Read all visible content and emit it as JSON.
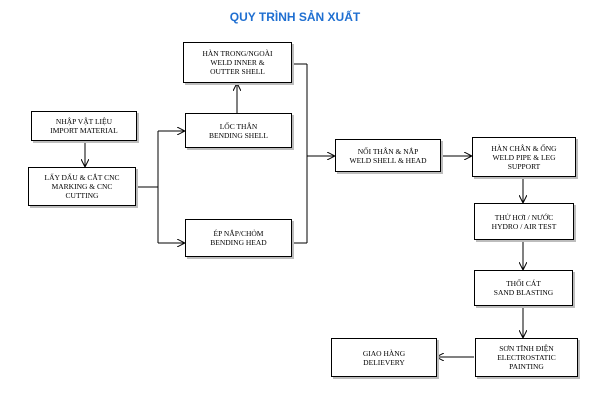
{
  "title": "QUY TRÌNH SẢN XUẤT",
  "colors": {
    "title": "#1f6fd1",
    "line": "#000000",
    "shadow": "#bdbdbd"
  },
  "boxes": {
    "import": [
      "NHẬP VẬT LIỆU",
      "IMPORT MATERIAL"
    ],
    "marking": [
      "LẤY DẤU & CẮT CNC",
      "MARKING & CNC",
      "CUTTING"
    ],
    "weld_inner": [
      "HÀN TRONG/NGOÀI",
      "WELD INNER &",
      "OUTTER SHELL"
    ],
    "bending_shell": [
      "LỐC THÂN",
      "BENDING SHELL"
    ],
    "bending_head": [
      "ÉP NẮP/CHỎM",
      "BENDING HEAD"
    ],
    "weld_shell_head": [
      "NỐI THÂN & NẮP",
      "WELD SHELL & HEAD"
    ],
    "weld_pipe_leg": [
      "HÀN CHÂN & ỐNG",
      "WELD PIPE & LEG",
      "SUPPORT"
    ],
    "hydro_test": [
      "THỬ HƠI / NƯỚC",
      "HYDRO / AIR TEST"
    ],
    "sand_blasting": [
      "THỔI CÁT",
      "SAND BLASTING"
    ],
    "painting": [
      "SƠN TĨNH ĐIỆN",
      "ELECTROSTATIC",
      "PAINTING"
    ],
    "delivery": [
      "GIAO HÀNG",
      "DELIEVERY"
    ]
  }
}
